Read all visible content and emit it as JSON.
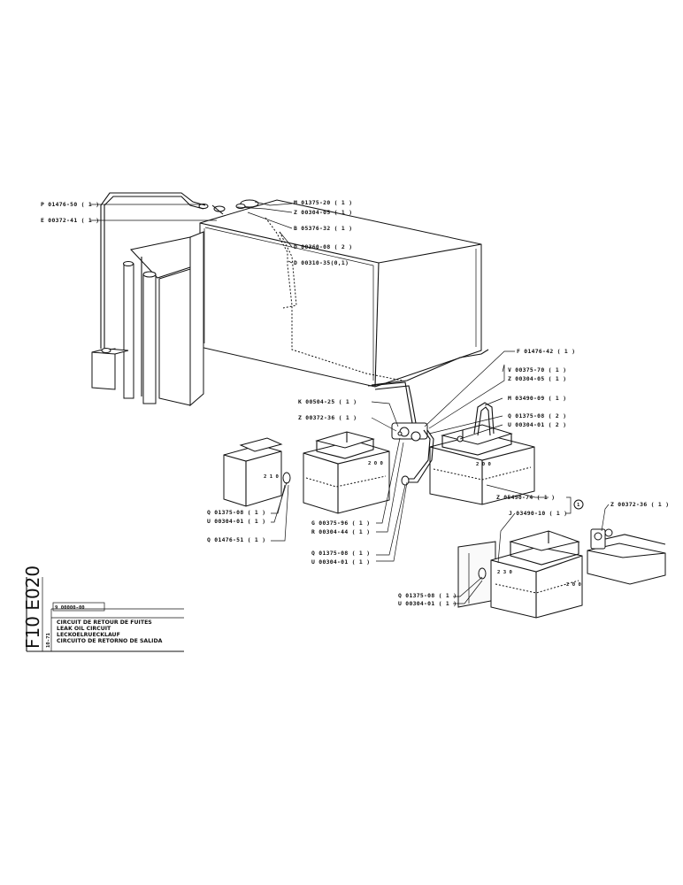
{
  "figure": {
    "code": "F10 E020",
    "ref_box": "9 00000-00",
    "date": "10-71",
    "titles": [
      "CIRCUIT DE RETOUR DE FUITES",
      "LEAK OIL CIRCUIT",
      "LECKOELRUECKLAUF",
      "CIRCUITO DE RETORNO DE SALIDA"
    ]
  },
  "callouts": {
    "p01476_50": "P 01476-50 ( 1 )",
    "e00372_41": "E 00372-41 ( 1 )",
    "m01375_20": "M 01375-20 ( 1 )",
    "z00304_05_top": "Z 00304-05 ( 1 )",
    "b05376_32": "B 05376-32 ( 1 )",
    "d00360_08": "D 00360-08 ( 2 )",
    "d00310_35": "D 00310-35(0,1)",
    "f01476_42": "F 01476-42 ( 1 )",
    "v00375_70": "V 00375-70 ( 1 )",
    "z00304_05_right": "Z 00304-05 ( 1 )",
    "m03490_09": "M 03490-09 ( 1 )",
    "k00504_25": "K 00504-25 ( 1 )",
    "z00372_36_mid": "Z 00372-36 ( 1 )",
    "q01375_08_2": "Q 01375-08 ( 2 )",
    "u00304_01_2": "U 00304-01 ( 2 )",
    "z05490_74": "Z 05490-74 ( 1 )",
    "z00372_36_right": "Z 00372-36 ( 1 )",
    "j03490_10": "J 03490-10 ( 1 )",
    "q01375_08_left": "Q 01375-08 ( 1 )",
    "u00304_01_left": "U 00304-01 ( 1 )",
    "q01476_51": "Q 01476-51 ( 1 )",
    "g00375_96": "G 00375-96 ( 1 )",
    "r00304_44": "R 00304-44 ( 1 )",
    "q01375_08_mid": "Q 01375-08 ( 1 )",
    "u00304_01_mid": "U 00304-01 ( 1 )",
    "q01375_08_bottom": "Q 01375-08 ( 1 )",
    "u00304_01_bottom": "U 00304-01 ( 1 )",
    "detail_mark": "1"
  }
}
